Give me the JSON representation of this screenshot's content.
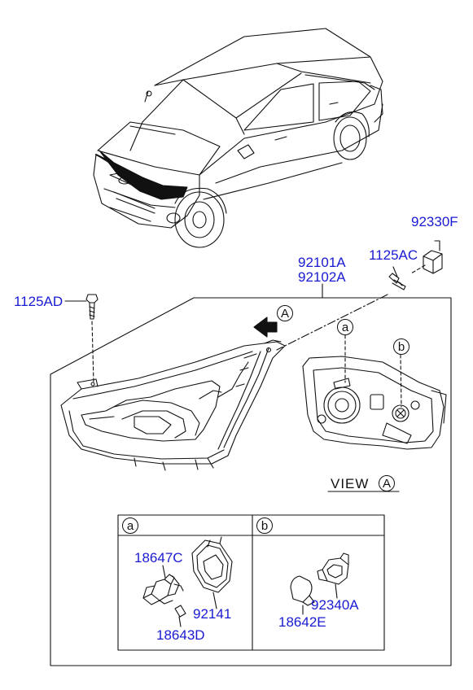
{
  "colors": {
    "part_number": "#1a1ad2",
    "line": "#111111",
    "background": "#ffffff"
  },
  "parts": {
    "p92330F": "92330F",
    "p1125AC": "1125AC",
    "p92101A": "92101A",
    "p92102A": "92102A",
    "p1125AD": "1125AD",
    "p18647C": "18647C",
    "p92141": "92141",
    "p18643D": "18643D",
    "p18642E": "18642E",
    "p92340A": "92340A"
  },
  "callouts": {
    "view_marker": "A",
    "detail_a": "a",
    "detail_b": "b"
  },
  "view_caption": {
    "word": "VIEW",
    "letter": "A"
  },
  "detail_table": {
    "left_header": "a",
    "right_header": "b"
  }
}
